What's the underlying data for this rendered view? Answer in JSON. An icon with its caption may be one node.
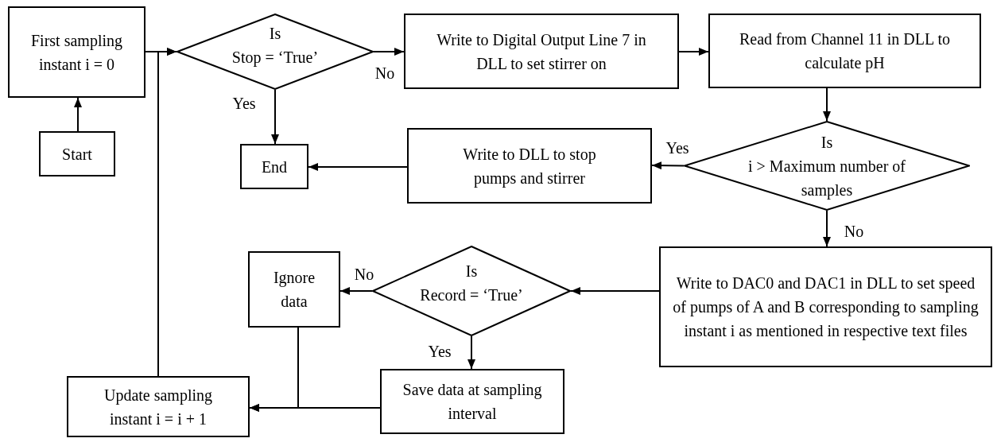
{
  "diagram": {
    "nodes": [
      {
        "text": [
          "Start"
        ]
      },
      {
        "text": [
          "First sampling instant i = 0"
        ]
      },
      {
        "text": [
          "Is",
          "Stop = ‘True’"
        ]
      },
      {
        "text": [
          "Write to Digital Output Line 7 in DLL to set stirrer on"
        ]
      },
      {
        "text": [
          "Read from Channel 11 in DLL to calculate pH"
        ]
      },
      {
        "text": [
          "End"
        ]
      },
      {
        "text": [
          "Write to DLL to stop pumps and stirrer"
        ]
      },
      {
        "text": [
          "Is",
          "i > Maximum number of samples"
        ]
      },
      {
        "text": [
          "Write to DAC0 and DAC1 in DLL to set speed of pumps of A and B corresponding to sampling instant i as mentioned in respective text files"
        ]
      },
      {
        "text": [
          "Is",
          "Record = ‘True’"
        ]
      },
      {
        "text": [
          "Ignore data"
        ]
      },
      {
        "text": [
          "Save data at sampling interval"
        ]
      },
      {
        "text": [
          "Update sampling instant i = i + 1"
        ]
      }
    ],
    "edges": [
      {
        "from": 0,
        "to": 1,
        "arrow": "to"
      },
      {
        "from": 1,
        "to": 2,
        "arrow": "to"
      },
      {
        "from": 12,
        "to": 2,
        "arrow": "to"
      },
      {
        "from": 2,
        "to": 3,
        "arrow": "to",
        "label": "No"
      },
      {
        "from": 3,
        "to": 4,
        "arrow": "to"
      },
      {
        "from": 2,
        "to": 5,
        "arrow": "to",
        "label": "Yes"
      },
      {
        "from": 4,
        "to": 7,
        "arrow": "to"
      },
      {
        "from": 7,
        "to": 6,
        "arrow": "to",
        "label": "Yes"
      },
      {
        "from": 6,
        "to": 5,
        "arrow": "to"
      },
      {
        "from": 7,
        "to": 8,
        "arrow": "to",
        "label": "No"
      },
      {
        "from": 8,
        "to": 9,
        "arrow": "to"
      },
      {
        "from": 9,
        "to": 10,
        "arrow": "to",
        "label": "No"
      },
      {
        "from": 9,
        "to": 11,
        "arrow": "to",
        "label": "Yes"
      },
      {
        "from": 11,
        "to": 12,
        "arrow": "to"
      },
      {
        "from": 10,
        "to": 12,
        "arrow": "to"
      }
    ]
  }
}
